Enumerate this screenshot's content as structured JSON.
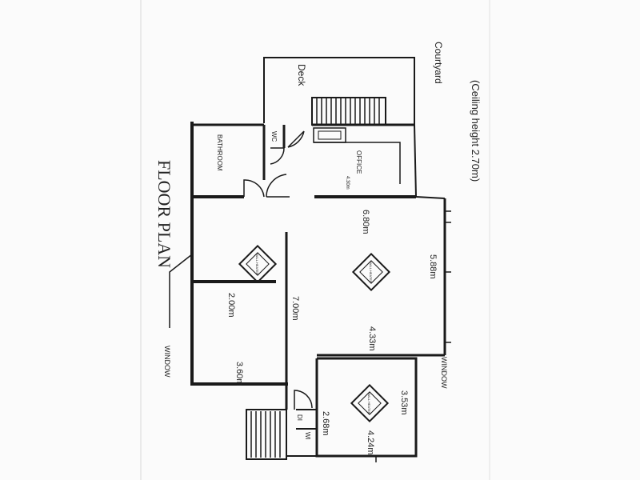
{
  "title": "FLOOR PLAN",
  "ceiling_note": "(Ceiling height 2.70m)",
  "rooms": {
    "courtyard": "Courtyard",
    "deck": "Deck",
    "office": "OFFICE",
    "bathroom": "BATHROOM",
    "wc": "WC",
    "wi": "WI",
    "di": "DI"
  },
  "windows": {
    "left": "WINDOW",
    "right": "WINDOW"
  },
  "dimensions": {
    "office_width": "4.30m",
    "main_length": "6.80m",
    "main_width": "5.88m",
    "hall_length": "7.00m",
    "lower_right_width": "4.33m",
    "bedroom_width": "2.00m",
    "bedroom_length": "3.60m",
    "bed3_length": "3.53m",
    "bed3_width": "2.68m",
    "bed3_side": "4.24m"
  },
  "fixtures": {
    "wall_heater_label": "WALL HEATER"
  },
  "colors": {
    "ink": "#1a1a1a",
    "paper": "#fbfbfb"
  }
}
